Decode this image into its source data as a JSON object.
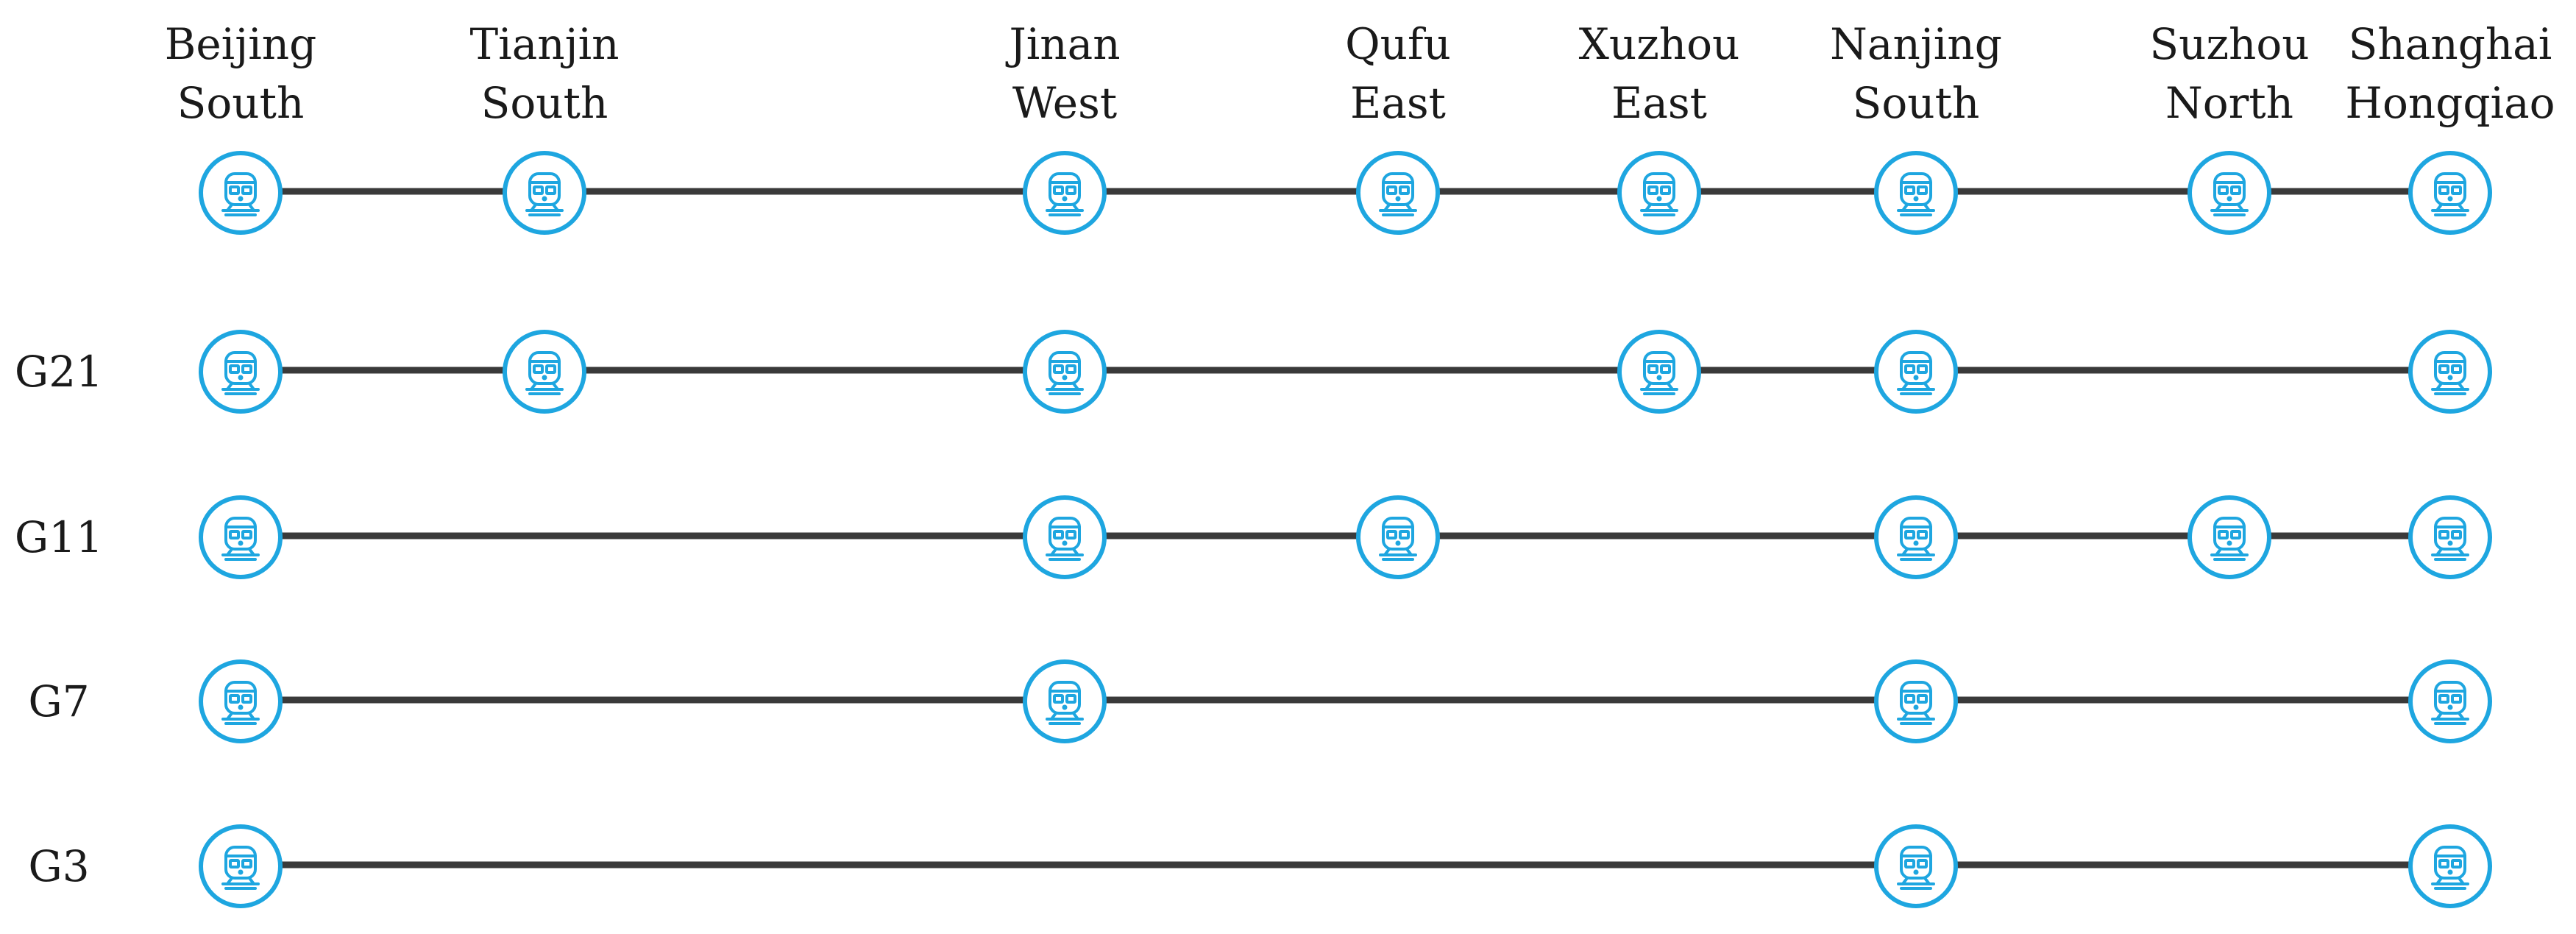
{
  "stations": [
    {
      "id": "bjs",
      "lines": [
        "Beijing",
        "South"
      ]
    },
    {
      "id": "tjs",
      "lines": [
        "Tianjin",
        "South"
      ]
    },
    {
      "id": "jnw",
      "lines": [
        "Jinan",
        "West"
      ]
    },
    {
      "id": "qfe",
      "lines": [
        "Qufu",
        "East"
      ]
    },
    {
      "id": "xze",
      "lines": [
        "Xuzhou",
        "East"
      ]
    },
    {
      "id": "njs",
      "lines": [
        "Nanjing",
        "South"
      ]
    },
    {
      "id": "szn",
      "lines": [
        "Suzhou",
        "North"
      ]
    },
    {
      "id": "shh",
      "lines": [
        "Shanghai",
        "Hongqiao"
      ]
    }
  ],
  "routes": [
    {
      "label": "",
      "stops": [
        "bjs",
        "tjs",
        "jnw",
        "qfe",
        "xze",
        "njs",
        "szn",
        "shh"
      ]
    },
    {
      "label": "G21",
      "stops": [
        "bjs",
        "tjs",
        "jnw",
        "xze",
        "njs",
        "shh"
      ]
    },
    {
      "label": "G11",
      "stops": [
        "bjs",
        "jnw",
        "qfe",
        "njs",
        "szn",
        "shh"
      ]
    },
    {
      "label": "G7",
      "stops": [
        "bjs",
        "jnw",
        "njs",
        "shh"
      ]
    },
    {
      "label": "G3",
      "stops": [
        "bjs",
        "njs",
        "shh"
      ]
    }
  ],
  "colors": {
    "stop_icon": "#1ea6e0",
    "track": "#3a3a3a"
  },
  "icon": "train-icon"
}
